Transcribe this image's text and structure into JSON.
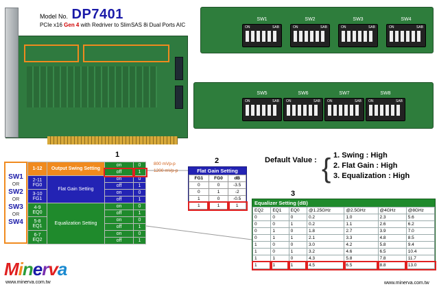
{
  "header": {
    "model_prefix": "Model No.",
    "model_number": "DP7401",
    "desc_before": "PCIe x16",
    "desc_gen": "Gen 4",
    "desc_after": "with Redriver to SlimSAS 8i Dual Ports AIC"
  },
  "dip_switches": {
    "top": [
      "SW1",
      "SW2",
      "SW3",
      "SW4"
    ],
    "bottom": [
      "SW5",
      "SW6",
      "SW7",
      "SW8"
    ],
    "on_label": "ON",
    "sab_label": "SAB"
  },
  "callouts": {
    "one": "1",
    "two": "2",
    "three": "3"
  },
  "sw_selector": {
    "items": [
      "SW1",
      "OR",
      "SW2",
      "OR",
      "SW3",
      "OR",
      "SW4"
    ]
  },
  "main_table": {
    "swing": {
      "pins": "1-12",
      "label": "Output Swing Setting",
      "rows": [
        {
          "state": "on",
          "val": "0",
          "note": "800 mVp-p"
        },
        {
          "state": "off",
          "val": "1",
          "note": "1200 mVp-p"
        }
      ]
    },
    "flat": {
      "label": "Flat Gain Setting",
      "groups": [
        {
          "pins": "2-11",
          "name": "FG0"
        },
        {
          "pins": "3-10",
          "name": "FG1"
        }
      ],
      "rows": [
        {
          "state": "on",
          "val": "0"
        },
        {
          "state": "off",
          "val": "1"
        },
        {
          "state": "on",
          "val": "0"
        },
        {
          "state": "off",
          "val": "1"
        }
      ]
    },
    "eq": {
      "label": "Equalization Setting",
      "groups": [
        {
          "pins": "4-9",
          "name": "EQ0"
        },
        {
          "pins": "5-8",
          "name": "EQ1"
        },
        {
          "pins": "6-7",
          "name": "EQ2"
        }
      ],
      "rows": [
        {
          "state": "on",
          "val": "0"
        },
        {
          "state": "off",
          "val": "1"
        },
        {
          "state": "on",
          "val": "0"
        },
        {
          "state": "off",
          "val": "1"
        },
        {
          "state": "on",
          "val": "0"
        },
        {
          "state": "off",
          "val": "1"
        }
      ]
    }
  },
  "flat_gain": {
    "title": "Flat Gain Setting",
    "headers": [
      "FG1",
      "FG0",
      "dB"
    ],
    "rows": [
      [
        "0",
        "0",
        "-3.5"
      ],
      [
        "0",
        "1",
        "-2"
      ],
      [
        "1",
        "0",
        "-0.5"
      ],
      [
        "1",
        "1",
        "1"
      ]
    ]
  },
  "default_value": {
    "label": "Default Value :",
    "items": [
      "1. Swing : High",
      "2. Flat Gain : High",
      "3. Equalization : High"
    ]
  },
  "equalizer": {
    "title": "Equalizer Setting (dB)",
    "headers": [
      "EQ2",
      "EQ1",
      "EQ0",
      "@1.25GHz",
      "@2.5GHz",
      "@4GHz",
      "@8GHz"
    ],
    "rows": [
      [
        "0",
        "0",
        "0",
        "0.2",
        "1.0",
        "2.3",
        "5.6"
      ],
      [
        "0",
        "0",
        "1",
        "0.2",
        "1.1",
        "2.6",
        "6.2"
      ],
      [
        "0",
        "1",
        "0",
        "1.8",
        "2.7",
        "3.9",
        "7.0"
      ],
      [
        "0",
        "1",
        "1",
        "2.1",
        "3.3",
        "4.8",
        "8.5"
      ],
      [
        "1",
        "0",
        "0",
        "3.0",
        "4.2",
        "5.8",
        "9.4"
      ],
      [
        "1",
        "0",
        "1",
        "3.2",
        "4.6",
        "6.5",
        "10.4"
      ],
      [
        "1",
        "1",
        "0",
        "4.3",
        "5.8",
        "7.8",
        "11.7"
      ],
      [
        "1",
        "1",
        "1",
        "4.5",
        "6.5",
        "8.8",
        "13.0"
      ]
    ]
  },
  "footer": {
    "logo": "Minerva",
    "url": "www.minerva.com.tw"
  },
  "colors": {
    "orange": "#f08a1e",
    "blue": "#2323b4",
    "green": "#1f8a2c",
    "red": "#e02020",
    "pcb": "#2e7d3c"
  }
}
